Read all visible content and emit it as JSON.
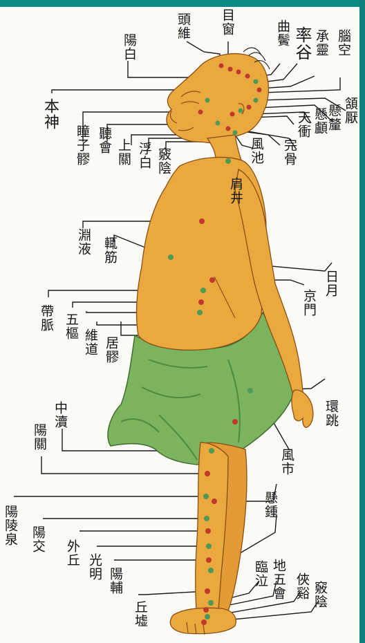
{
  "labels": {
    "touwei": "頭維",
    "muchuang": "目窗",
    "yangbai": "陽白",
    "qubin": "曲鬢",
    "shuaigu_top": "率谷",
    "chengling": "承靈",
    "naokong": "腦空",
    "benshen": "本神",
    "hanyan": "頷厭",
    "xuanli": "懸釐",
    "xuanlu": "懸顱",
    "tianchong": "天衝",
    "tinghui": "聽會",
    "shangguan": "上關",
    "tongziliao": "瞳子髎",
    "fubai": "浮白",
    "qiaoyin": "竅陰",
    "wangu": "完骨",
    "fengchi": "風池",
    "jianjing": "肩井",
    "yuanye": "淵液",
    "zhejin": "輒筋",
    "riyue": "日月",
    "jingmen": "京門",
    "daimai": "帶脈",
    "wushu": "五樞",
    "weidao": "維道",
    "juliao": "居髎",
    "huantiao": "環跳",
    "zhongdu": "中瀆",
    "yangguan": "陽關",
    "fengshi": "風市",
    "xuanzhong": "懸鍾",
    "yanglingquan": "陽陵泉",
    "yangjiao": "陽交",
    "waiqiu": "外丘",
    "guangming": "光明",
    "yangfu": "陽輔",
    "qiuxu": "丘墟",
    "linqi": "臨泣",
    "diwuhui": "地五會",
    "xiaxi": "俠谿",
    "zuqiaoyin": "竅陰"
  },
  "colors": {
    "skin": "#e9a93e",
    "skin_shade": "#d98a2c",
    "cloth": "#7bb35e",
    "cloth_dark": "#4f8a3c",
    "point_red": "#c0392b",
    "point_green": "#4e9a55",
    "line": "#1a1a1a",
    "frame": "#0e8a86"
  }
}
